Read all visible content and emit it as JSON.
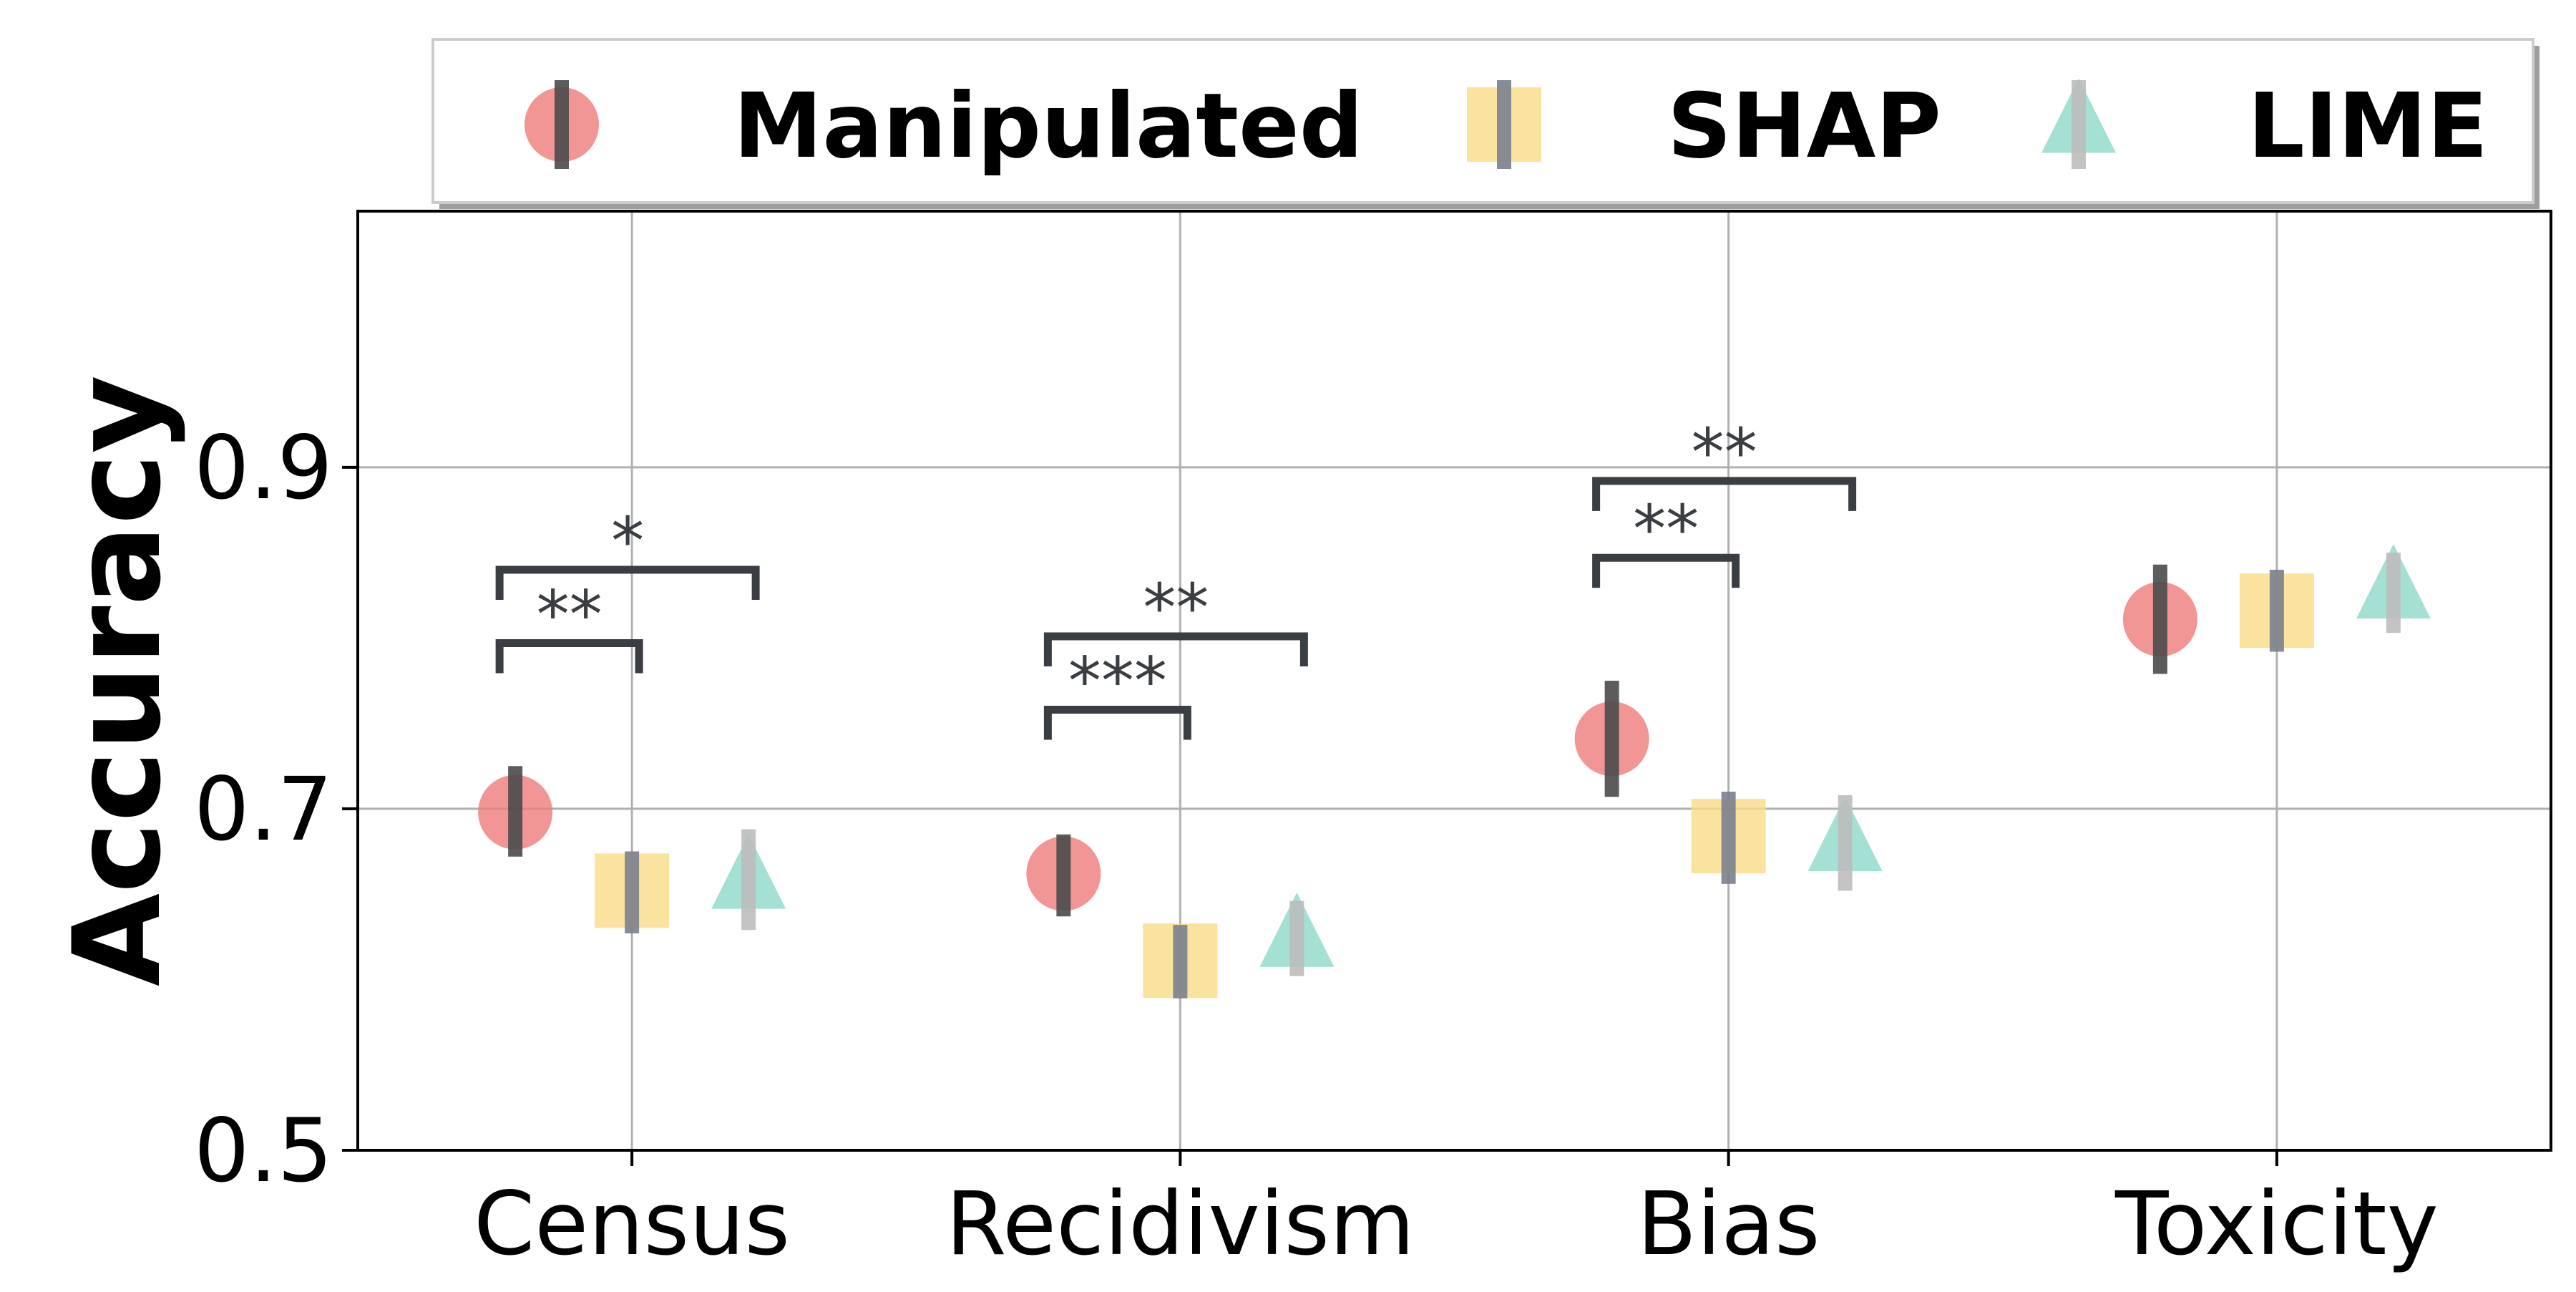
{
  "chart_data": {
    "type": "scatter",
    "ylabel": "Accuracy",
    "xlabel": "",
    "title": "",
    "ylim": [
      0.5,
      1.05
    ],
    "yticks": [
      "0.5",
      "0.7",
      "0.9"
    ],
    "grid": true,
    "legend_position": "top",
    "categories": [
      "Census",
      "Recidivism",
      "Bias",
      "Toxicity"
    ],
    "series": [
      {
        "name": "Manipulated",
        "marker": "circle",
        "color": "#ef7b7b",
        "errorbar_color": "#4a4a4a",
        "values": [
          0.698,
          0.662,
          0.741,
          0.811
        ],
        "err_low": [
          0.672,
          0.637,
          0.707,
          0.779
        ],
        "err_high": [
          0.725,
          0.685,
          0.775,
          0.843
        ]
      },
      {
        "name": "SHAP",
        "marker": "square",
        "color": "#f9dc86",
        "errorbar_color": "#7a7f8c",
        "values": [
          0.652,
          0.611,
          0.684,
          0.816
        ],
        "err_low": [
          0.627,
          0.589,
          0.656,
          0.792
        ],
        "err_high": [
          0.675,
          0.632,
          0.71,
          0.84
        ]
      },
      {
        "name": "LIME",
        "marker": "triangle",
        "color": "#8ddac9",
        "errorbar_color": "#bdbdbd",
        "values": [
          0.658,
          0.624,
          0.68,
          0.828
        ],
        "err_low": [
          0.629,
          0.602,
          0.652,
          0.803
        ],
        "err_high": [
          0.688,
          0.646,
          0.708,
          0.85
        ]
      }
    ],
    "significance": [
      {
        "category": "Census",
        "from": "Manipulated",
        "to": "SHAP",
        "level": 0.797,
        "label": "**"
      },
      {
        "category": "Census",
        "from": "Manipulated",
        "to": "LIME",
        "level": 0.84,
        "label": "*"
      },
      {
        "category": "Recidivism",
        "from": "Manipulated",
        "to": "SHAP",
        "level": 0.758,
        "label": "***"
      },
      {
        "category": "Recidivism",
        "from": "Manipulated",
        "to": "LIME",
        "level": 0.801,
        "label": "**"
      },
      {
        "category": "Bias",
        "from": "Manipulated",
        "to": "SHAP",
        "level": 0.847,
        "label": "**"
      },
      {
        "category": "Bias",
        "from": "Manipulated",
        "to": "LIME",
        "level": 0.892,
        "label": "**"
      }
    ]
  }
}
